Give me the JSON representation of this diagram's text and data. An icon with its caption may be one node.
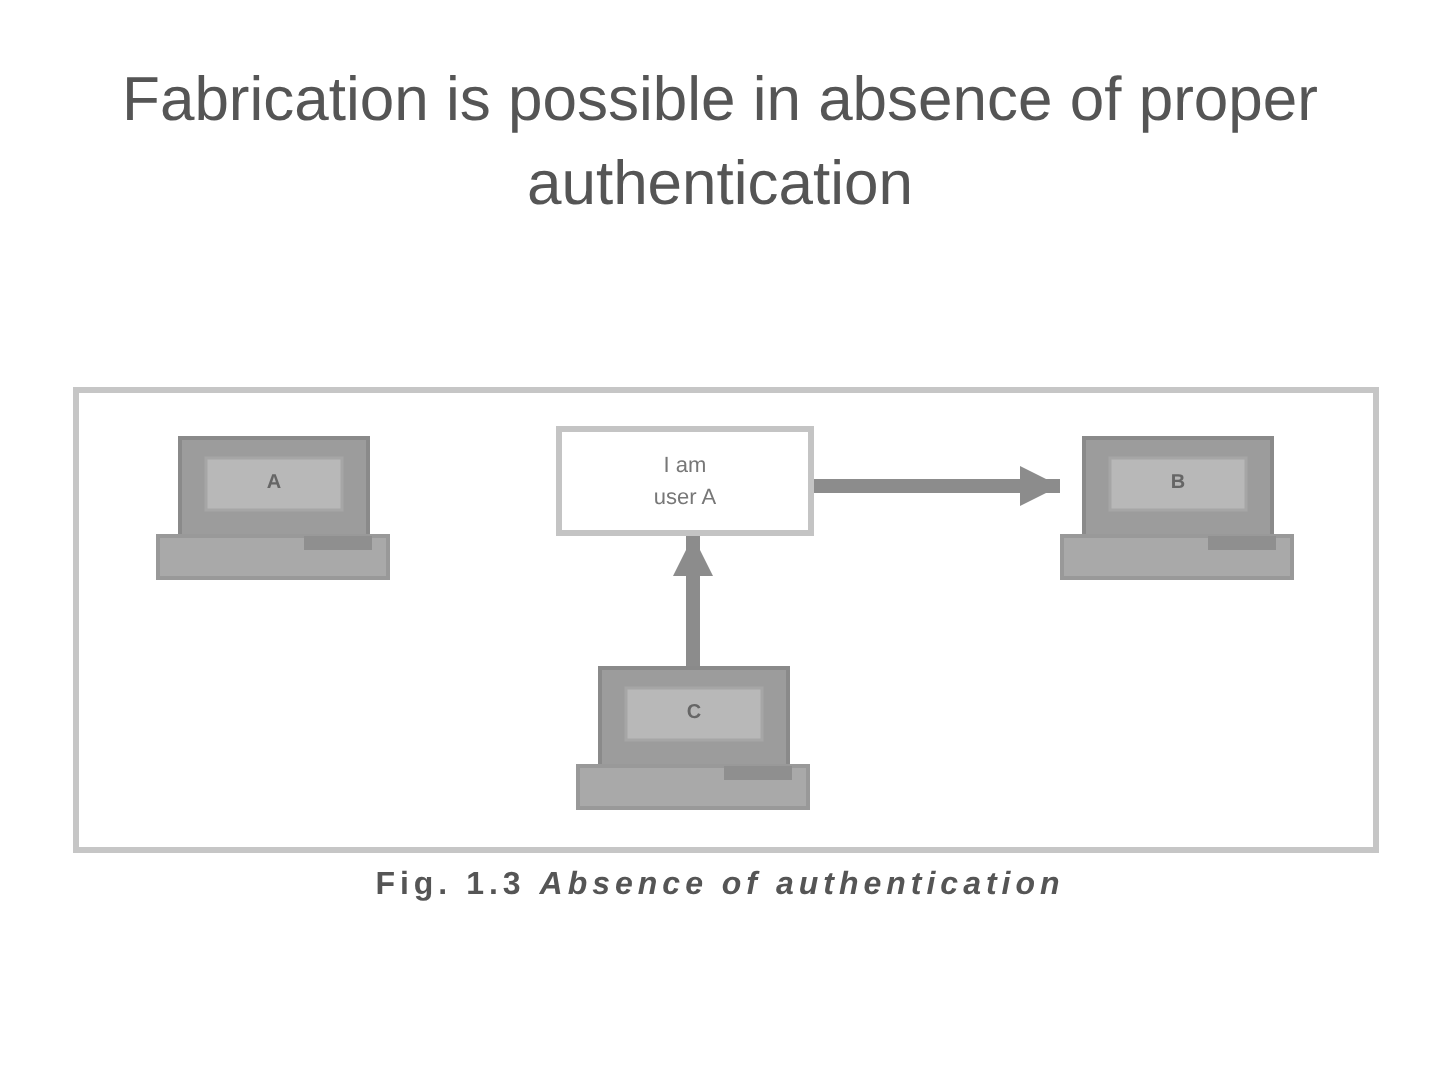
{
  "diagram": {
    "title": "Fabrication is possible in absence of proper authentication",
    "caption": "Fig. 1.3 *Absence of authentication*",
    "nodes": [
      {
        "text": [
          "A"
        ]
      },
      {
        "text": [
          "I am user A"
        ]
      },
      {
        "text": [
          "B"
        ]
      },
      {
        "text": [
          "C"
        ]
      }
    ],
    "edges": [
      {
        "from": 3,
        "to": 1,
        "arrow": "to"
      },
      {
        "from": 1,
        "to": 2,
        "arrow": "to"
      }
    ]
  }
}
